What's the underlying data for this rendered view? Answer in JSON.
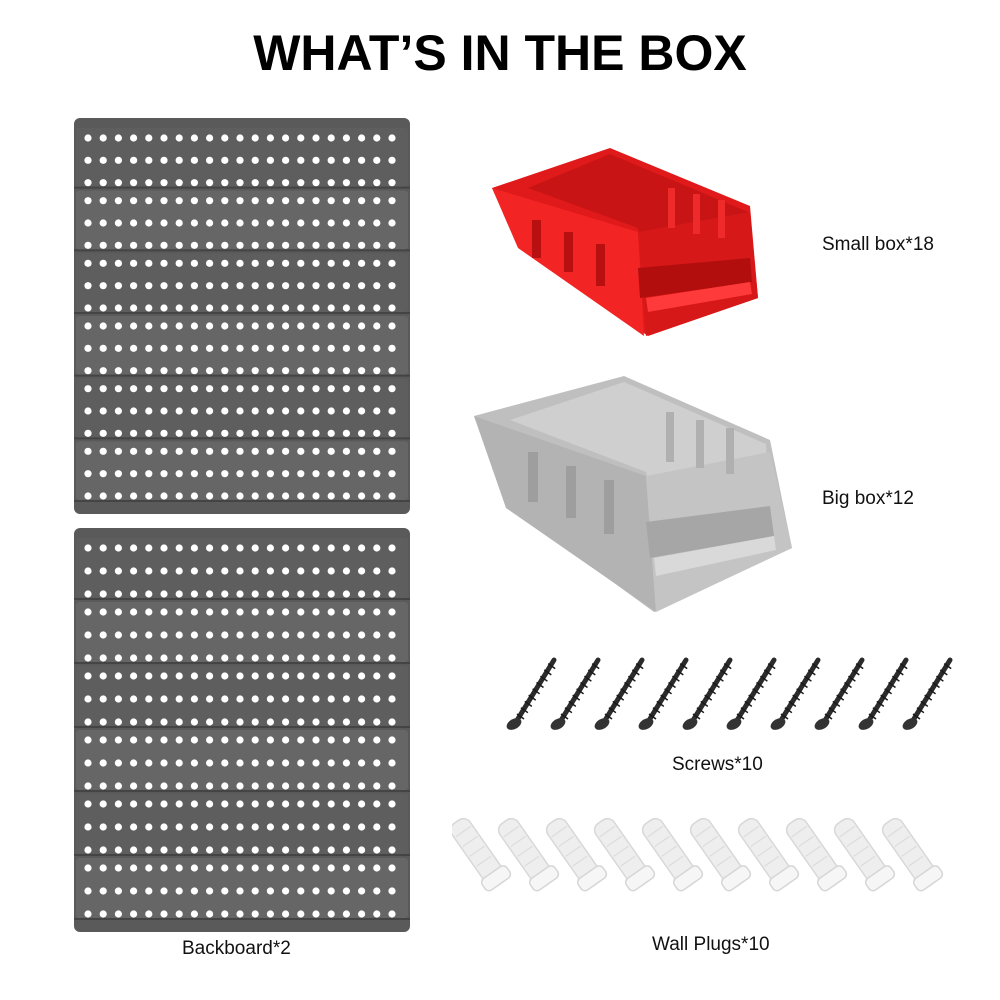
{
  "title": "WHAT’S IN THE BOX",
  "items": {
    "small_box": {
      "label": "Small box*18",
      "color": "#e31b1b",
      "icon": "storage-bin-red"
    },
    "big_box": {
      "label": "Big box*12",
      "color": "#bdbdbd",
      "icon": "storage-bin-gray"
    },
    "screws": {
      "label": "Screws*10",
      "count": 10,
      "icon": "screw"
    },
    "wall_plugs": {
      "label": "Wall Plugs*10",
      "count": 10,
      "icon": "wall-plug"
    },
    "backboard": {
      "label": "Backboard*2",
      "count": 2,
      "color": "#555555",
      "icon": "pegboard"
    }
  }
}
